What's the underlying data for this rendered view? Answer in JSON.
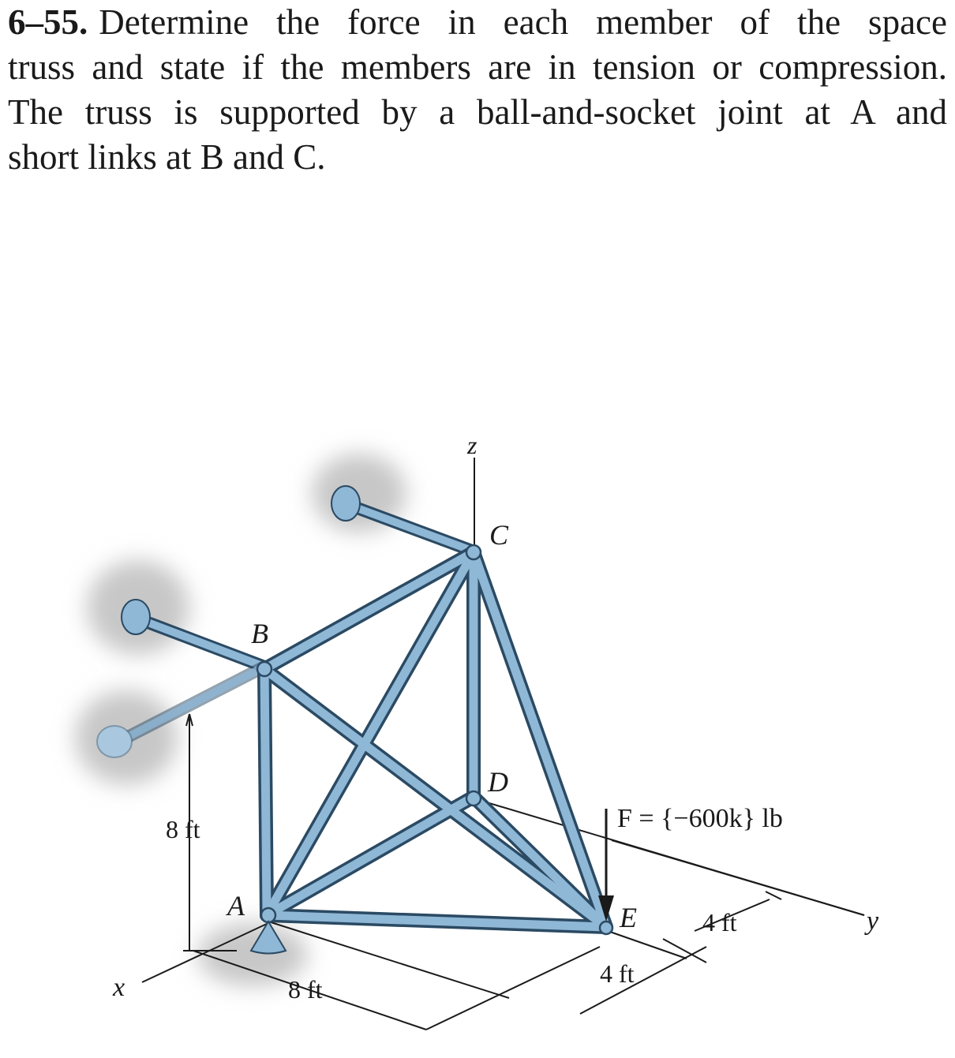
{
  "problem": {
    "number": "6–55.",
    "line1": "Determine the force in each member of the space",
    "line2": "truss and state if the members are in tension or compression.",
    "line3": "The truss is supported by a ball-and-socket joint at A and",
    "line4": "short links at B and C."
  },
  "figure": {
    "axis_z": "z",
    "axis_x": "x",
    "axis_y": "y",
    "joint_A": "A",
    "joint_B": "B",
    "joint_C": "C",
    "joint_D": "D",
    "joint_E": "E",
    "dim_height": "8 ft",
    "dim_x": "8 ft",
    "dim_y1": "4 ft",
    "dim_y2": "4 ft",
    "force_label": "F = {−600k} lb"
  },
  "colors": {
    "member": "#8fb7d6",
    "member_outline": "#2b4a63",
    "shadow": "#c9c9c9"
  }
}
